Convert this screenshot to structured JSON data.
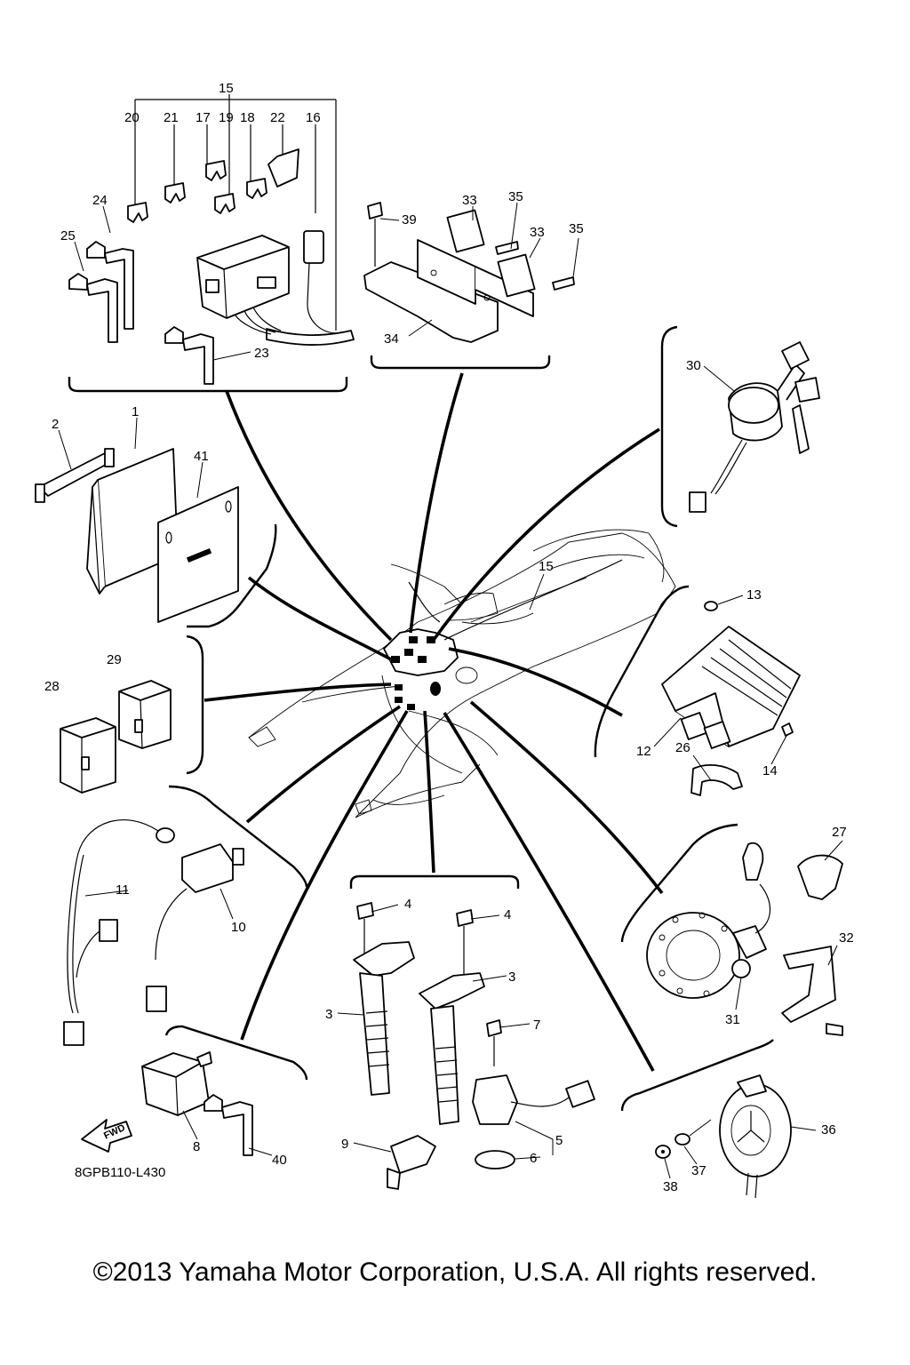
{
  "diagram": {
    "callouts": [
      "1",
      "2",
      "3",
      "3",
      "4",
      "4",
      "5",
      "6",
      "7",
      "8",
      "9",
      "10",
      "11",
      "12",
      "13",
      "14",
      "15",
      "15",
      "16",
      "17",
      "18",
      "19",
      "20",
      "21",
      "22",
      "23",
      "24",
      "25",
      "26",
      "27",
      "28",
      "29",
      "30",
      "31",
      "32",
      "33",
      "33",
      "34",
      "35",
      "35",
      "36",
      "37",
      "38",
      "39",
      "40",
      "41"
    ],
    "drawing_code": "8GPB110-L430",
    "direction_marker": "FWD"
  },
  "footer": {
    "copyright": "©2013 Yamaha Motor Corporation, U.S.A. All rights reserved."
  }
}
